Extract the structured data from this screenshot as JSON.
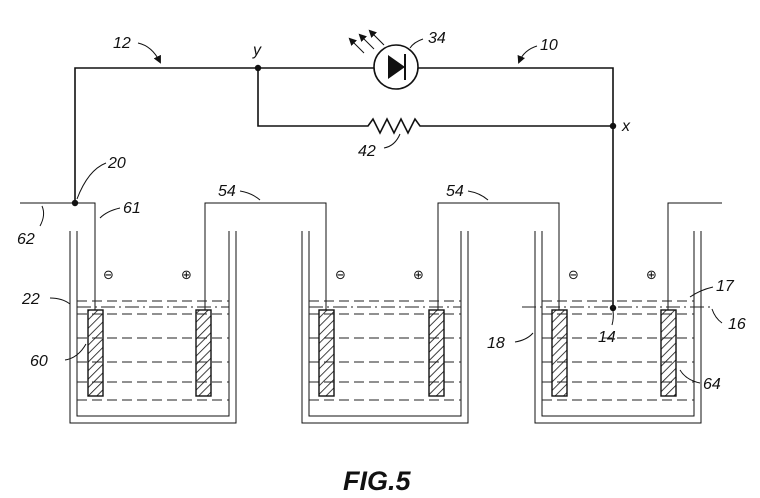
{
  "labels": {
    "n12": "12",
    "y": "y",
    "n34": "34",
    "n10": "10",
    "x": "x",
    "n42": "42",
    "n20": "20",
    "n61": "61",
    "n62": "62",
    "n54a": "54",
    "n54b": "54",
    "n22": "22",
    "n60": "60",
    "n17": "17",
    "n16": "16",
    "n18": "18",
    "n14": "14",
    "n64": "64"
  },
  "signs": {
    "minus": "⊖",
    "plus": "⊕"
  },
  "caption": "FIG.5"
}
